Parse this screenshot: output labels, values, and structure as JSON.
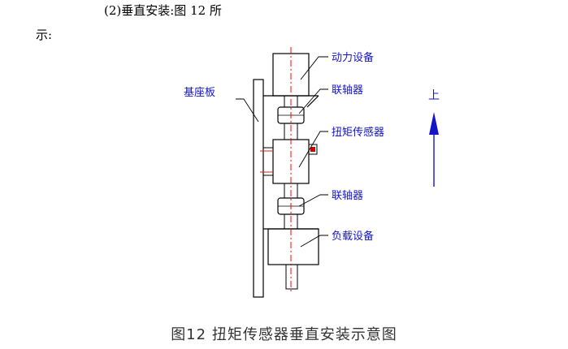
{
  "document": {
    "heading_line1": "(2)垂直安装:图 12 所",
    "heading_line2": "示:",
    "caption": "图12 扭矩传感器垂直安装示意图"
  },
  "diagram": {
    "labels": {
      "power_device": "动力设备",
      "coupling_top": "联轴器",
      "base_plate": "基座板",
      "torque_sensor": "扭矩传感器",
      "coupling_bottom": "联轴器",
      "load_device": "负载设备",
      "up": "上"
    },
    "colors": {
      "label": "#1414c8",
      "line": "#000000",
      "centerline": "#ff0000",
      "arrow": "#1414c8"
    }
  }
}
